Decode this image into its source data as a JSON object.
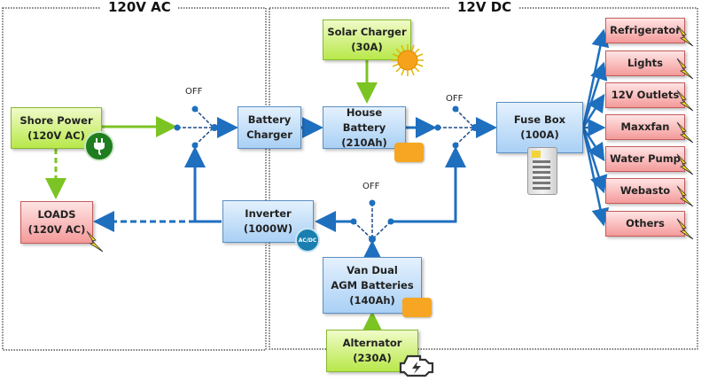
{
  "zones": {
    "ac": {
      "title": "120V AC"
    },
    "dc": {
      "title": "12V DC"
    }
  },
  "switch_label": "OFF",
  "nodes": {
    "shore_power": {
      "line1": "Shore Power",
      "line2": "(120V AC)",
      "icon": "plug-icon"
    },
    "loads_ac": {
      "line1": "LOADS",
      "line2": "(120V AC)",
      "icon": "lightning-icon"
    },
    "battery_charger": {
      "line1": "Battery",
      "line2": "Charger"
    },
    "inverter": {
      "line1": "Inverter",
      "line2": "(1000W)",
      "icon": "ac-dc-icon"
    },
    "solar_charger": {
      "line1": "Solar Charger",
      "line2": "(30A)",
      "icon": "sun-icon"
    },
    "house_battery": {
      "line1": "House Battery",
      "line2": "(210Ah)",
      "icon": "battery-icon"
    },
    "fuse_box": {
      "line1": "Fuse Box",
      "line2": "(100A)",
      "icon": "fuse-panel-icon"
    },
    "van_batteries": {
      "line1": "Van Dual",
      "line2": "AGM Batteries",
      "line3": "(140Ah)",
      "icon": "battery-icon"
    },
    "alternator": {
      "line1": "Alternator",
      "line2": "(230A)",
      "icon": "engine-icon"
    }
  },
  "dc_loads": [
    {
      "label": "Refrigerator"
    },
    {
      "label": "Lights"
    },
    {
      "label": "12V Outlets"
    },
    {
      "label": "Maxxfan"
    },
    {
      "label": "Water Pump"
    },
    {
      "label": "Webasto"
    },
    {
      "label": "Others"
    }
  ],
  "colors": {
    "ac_wire": "#7cc423",
    "dc_wire": "#1f6fbf",
    "source_fill": "#c8ef6a",
    "device_fill": "#b8dbf7",
    "load_fill": "#f7b0b0"
  }
}
